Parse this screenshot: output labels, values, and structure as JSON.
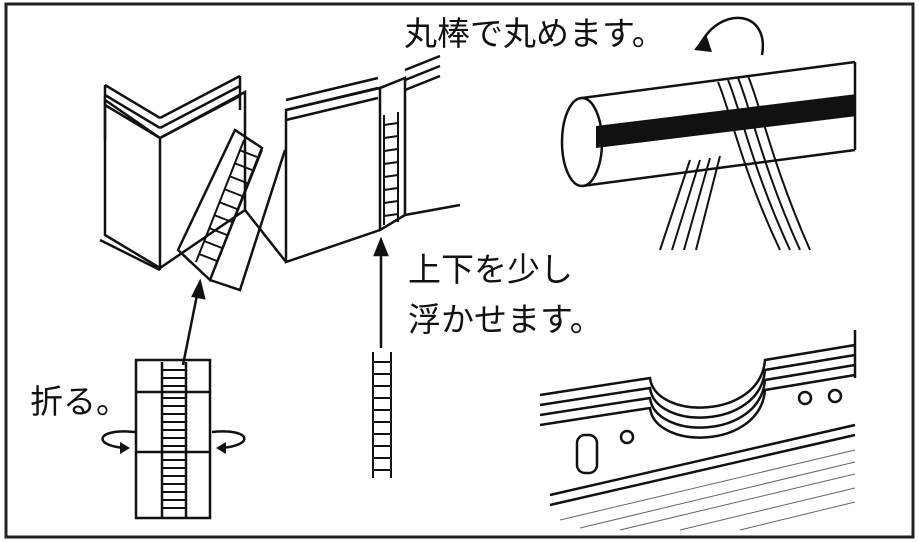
{
  "labels": {
    "roll": "丸棒で丸めます。",
    "lift_line1": "上下を少し",
    "lift_line2": "浮かせます。",
    "fold": "折る。"
  },
  "colors": {
    "ink": "#111111",
    "paper": "#ffffff",
    "frame": "#222222"
  },
  "icons": [
    "rotation-arrow-icon",
    "up-arrow-icon",
    "twist-arrow-icon"
  ]
}
